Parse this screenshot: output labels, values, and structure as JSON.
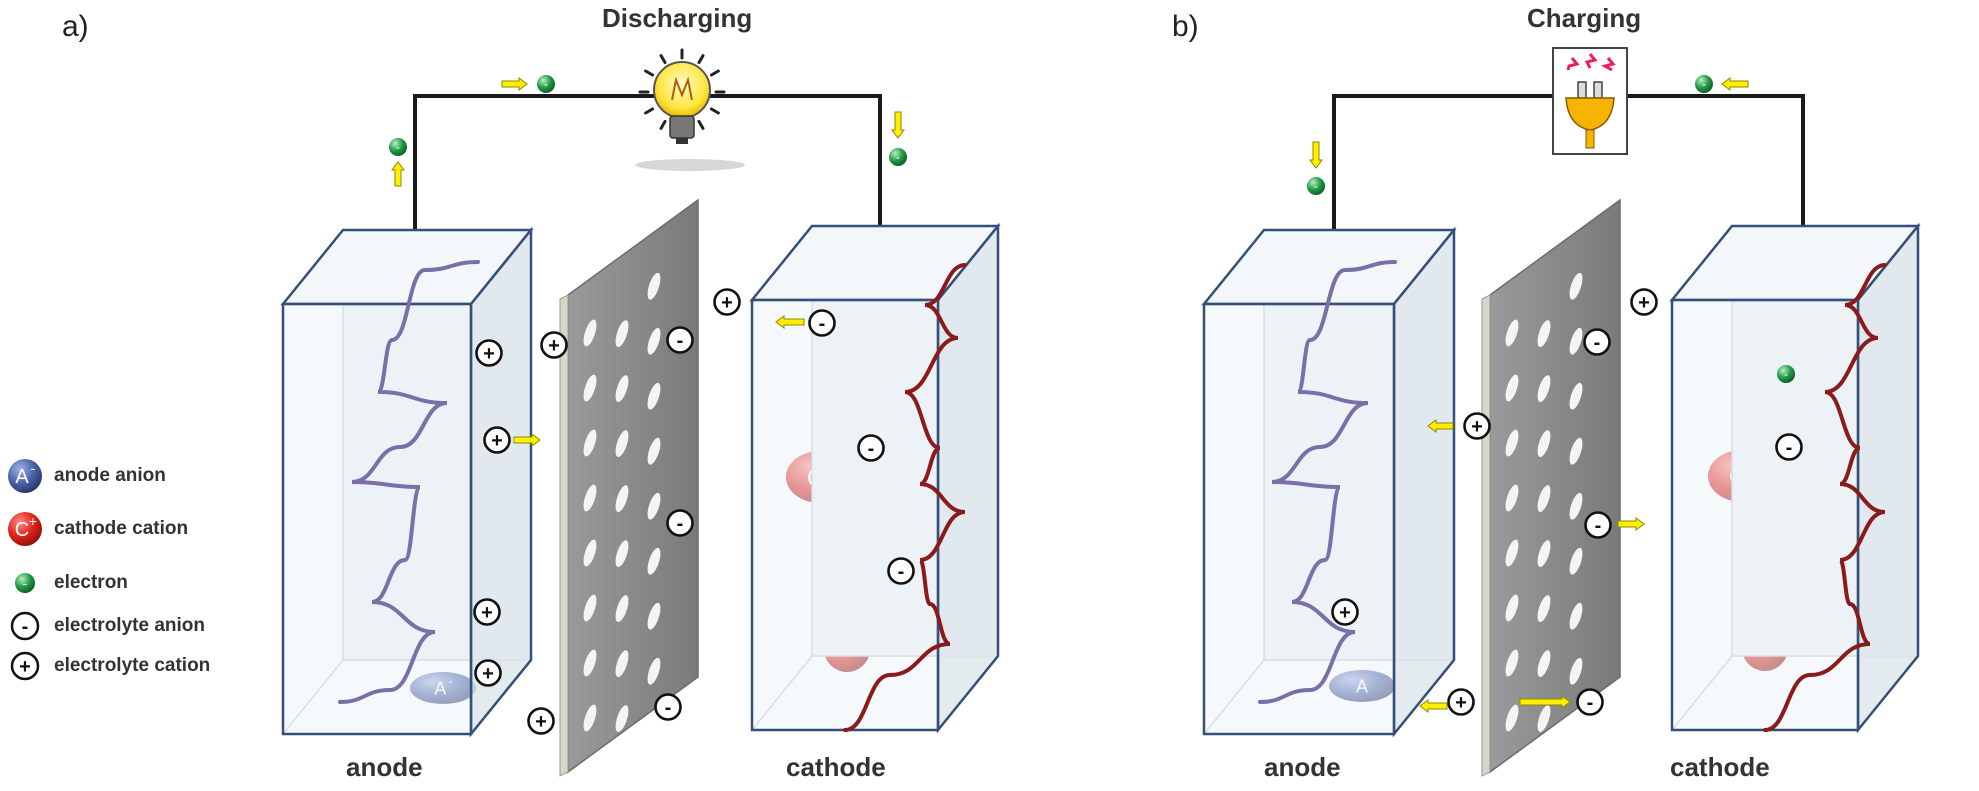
{
  "panel_a": {
    "letter": "a)",
    "title": "Discharging",
    "left_label": "anode",
    "right_label": "cathode"
  },
  "panel_b": {
    "letter": "b)",
    "title": "Charging",
    "left_label": "anode",
    "right_label": "cathode"
  },
  "legend": [
    {
      "symbol": "A",
      "sup": "-",
      "label": "anode anion"
    },
    {
      "symbol": "C",
      "sup": "+",
      "label": "cathode cation"
    },
    {
      "symbol": "-",
      "label": "electron"
    },
    {
      "symbol": "-",
      "label": "electrolyte anion"
    },
    {
      "symbol": "+",
      "label": "electrolyte cation"
    }
  ],
  "glyphs": {
    "anion": "A",
    "anion_sup": "-",
    "cation": "C",
    "cation_sup": "+",
    "plus": "+",
    "minus": "-"
  },
  "colors": {
    "anode": "#4a63a8",
    "cathode": "#d9261c",
    "electron": "#1f9a44",
    "arrow": "#ffee00",
    "wire": "#1a1a1a",
    "separator": "#8b8b8b",
    "box_edge": "#34507a"
  }
}
